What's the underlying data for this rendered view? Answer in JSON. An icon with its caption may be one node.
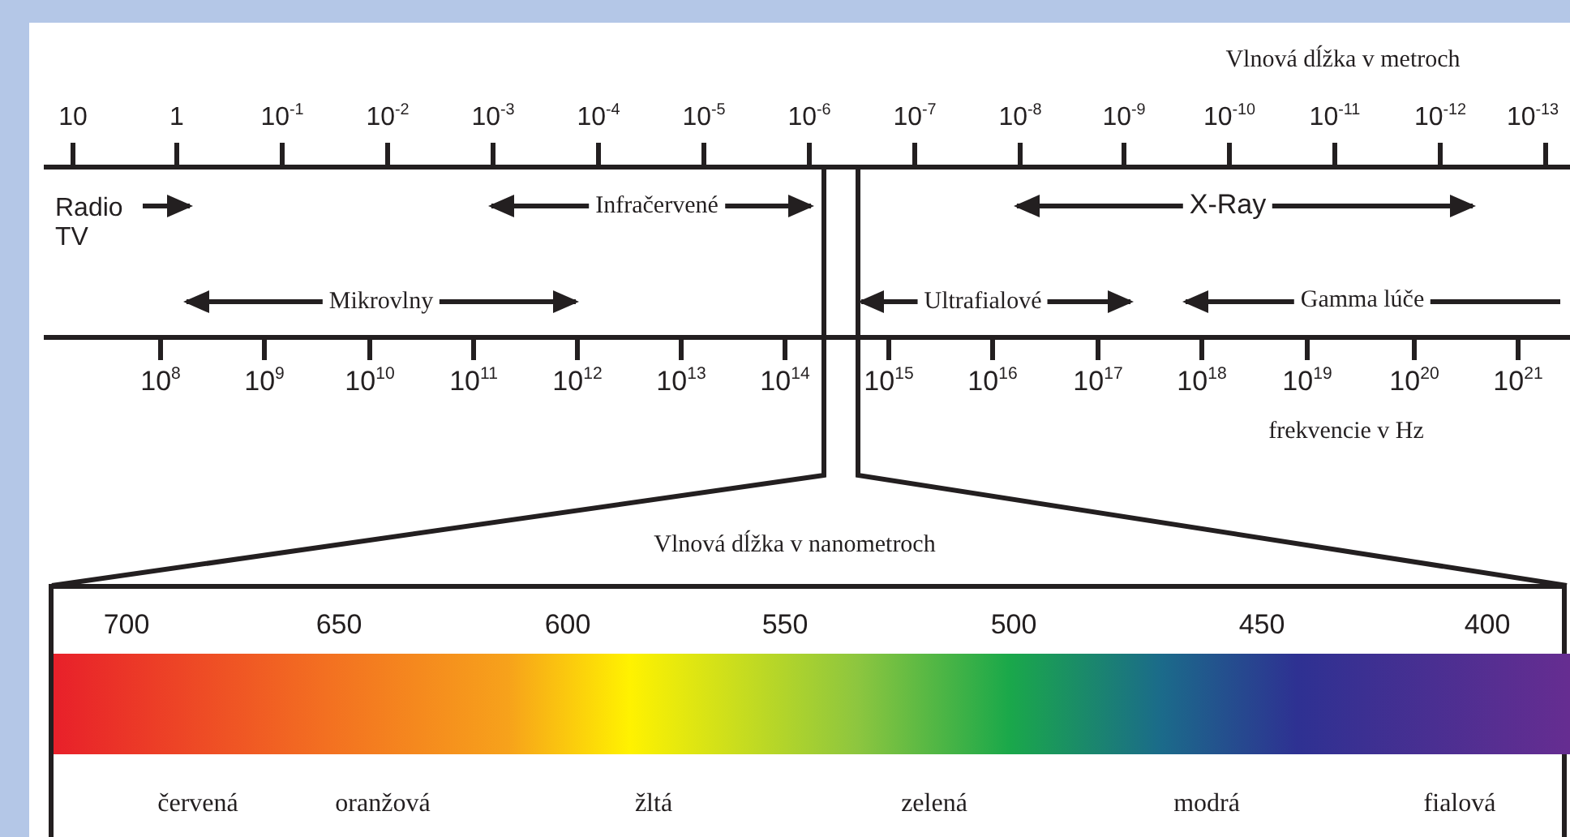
{
  "diagram": {
    "nodes": [
      {
        "text": [],
        "shape": "bar"
      }
    ],
    "labels": [
      "Vlnová dĺžka v metroch",
      "10",
      "1",
      "10$^{-1}$",
      "10$^{-2}$",
      "10$^{-3}$",
      "10$^{-4}$",
      "10$^{-5}$",
      "10$^{-6}$",
      "10$^{-7}$",
      "10$^{-8}$",
      "10$^{-9}$",
      "10$^{-10}$",
      "10$^{-11}$",
      "10$^{-12}$",
      "10$^{-13}$",
      "Radio TV",
      "Infračervené",
      "X-Ray",
      "Mikrovlny",
      "Ultrafialové",
      "Gamma lúče",
      "10$^{8}$",
      "10$^{9}$",
      "10$^{10}$",
      "10$^{11}$",
      "10$^{12}$",
      "10$^{13}$",
      "10$^{14}$",
      "10$^{15}$",
      "10$^{16}$",
      "10$^{17}$",
      "10$^{18}$",
      "10$^{19}$",
      "10$^{20}$",
      "10$^{21}$",
      "frekvencie v Hz",
      "Vlnová dĺžka v nanometroch",
      "700",
      "650",
      "600",
      "550",
      "500",
      "450",
      "400",
      "červená",
      "oranžová",
      "žltá",
      "zelená",
      "modrá",
      "fialová"
    ]
  }
}
